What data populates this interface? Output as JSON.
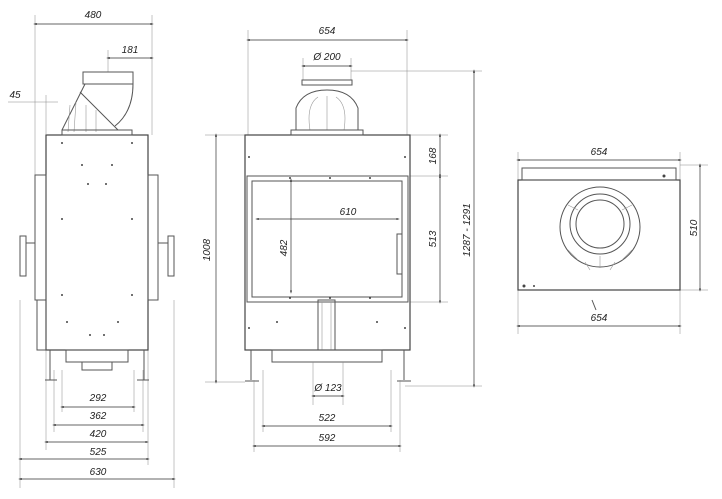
{
  "side_view": {
    "width_top": "480",
    "flue_offset": "181",
    "rear_offset": "45",
    "legs_292": "292",
    "legs_362": "362",
    "width_420": "420",
    "width_525": "525",
    "width_630": "630",
    "height_1008": "1008"
  },
  "front_view": {
    "width": "654",
    "flue_diameter": "Ø 200",
    "glass_width": "610",
    "glass_height": "482",
    "top_height": "168",
    "door_height": "513",
    "total_height": "1287 - 1291",
    "air_inlet_diameter": "Ø 123",
    "legs_522": "522",
    "legs_592": "592"
  },
  "top_view": {
    "width_top": "654",
    "width_bottom": "654",
    "depth": "510"
  }
}
